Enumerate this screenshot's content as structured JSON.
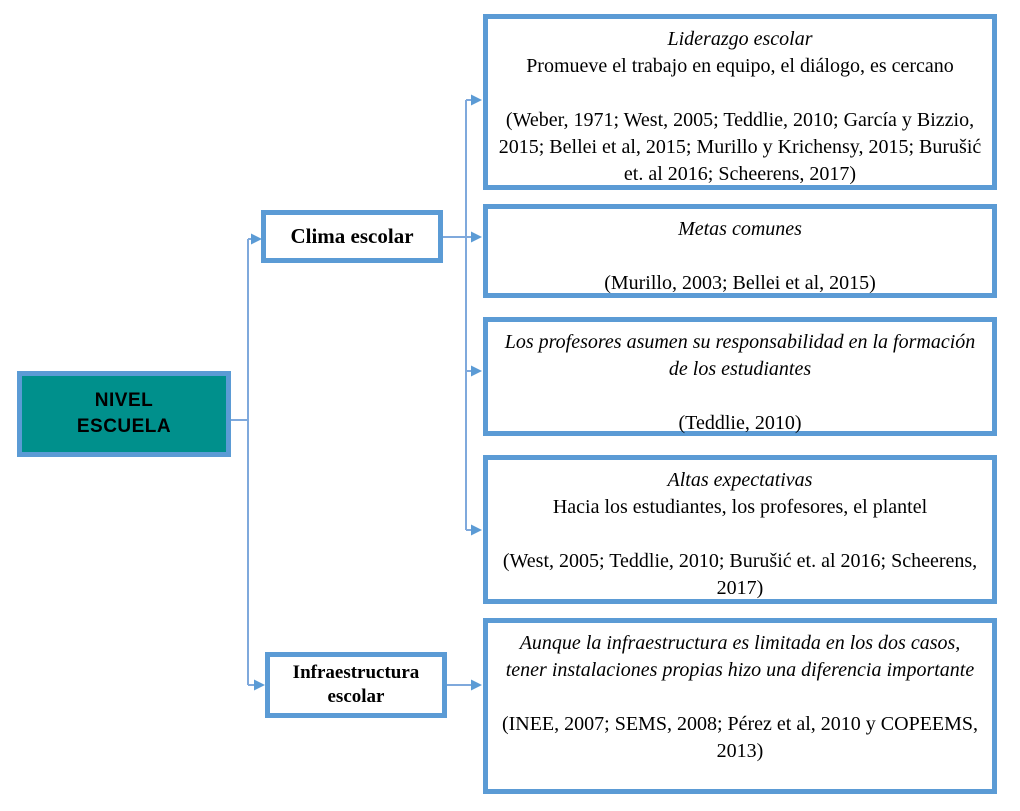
{
  "colors": {
    "node_border": "#5B9BD5",
    "connector_line": "#7FA9DC",
    "arrowhead": "#5B9BD5",
    "root_fill": "#00908C",
    "text": "#000000"
  },
  "root_node": {
    "label": "NIVEL\nESCUELA"
  },
  "branches": [
    {
      "label": "Clima escolar"
    },
    {
      "label": "Infraestructura escolar"
    }
  ],
  "leaf_boxes": [
    {
      "title": "Liderazgo escolar",
      "subtitle": "Promueve el trabajo en equipo, el diálogo, es cercano",
      "citation": "(Weber, 1971; West, 2005; Teddlie, 2010; García y Bizzio, 2015; Bellei et al, 2015; Murillo y Krichensy, 2015; Burušić et. al 2016; Scheerens, 2017)"
    },
    {
      "title": "Metas comunes",
      "subtitle": "",
      "citation": "(Murillo, 2003; Bellei et al, 2015)"
    },
    {
      "title": "Los profesores asumen su responsabilidad en la formación de los estudiantes",
      "subtitle": "",
      "citation": "(Teddlie, 2010)"
    },
    {
      "title": "Altas expectativas",
      "subtitle": "Hacia los estudiantes, los profesores, el plantel",
      "citation": "(West, 2005; Teddlie, 2010; Burušić et. al 2016; Scheerens, 2017)"
    },
    {
      "title": "Aunque la infraestructura es limitada en los dos casos, tener instalaciones propias hizo una diferencia importante",
      "subtitle": "",
      "citation": "(INEE, 2007; SEMS, 2008; Pérez et al, 2010 y COPEEMS, 2013)"
    }
  ]
}
